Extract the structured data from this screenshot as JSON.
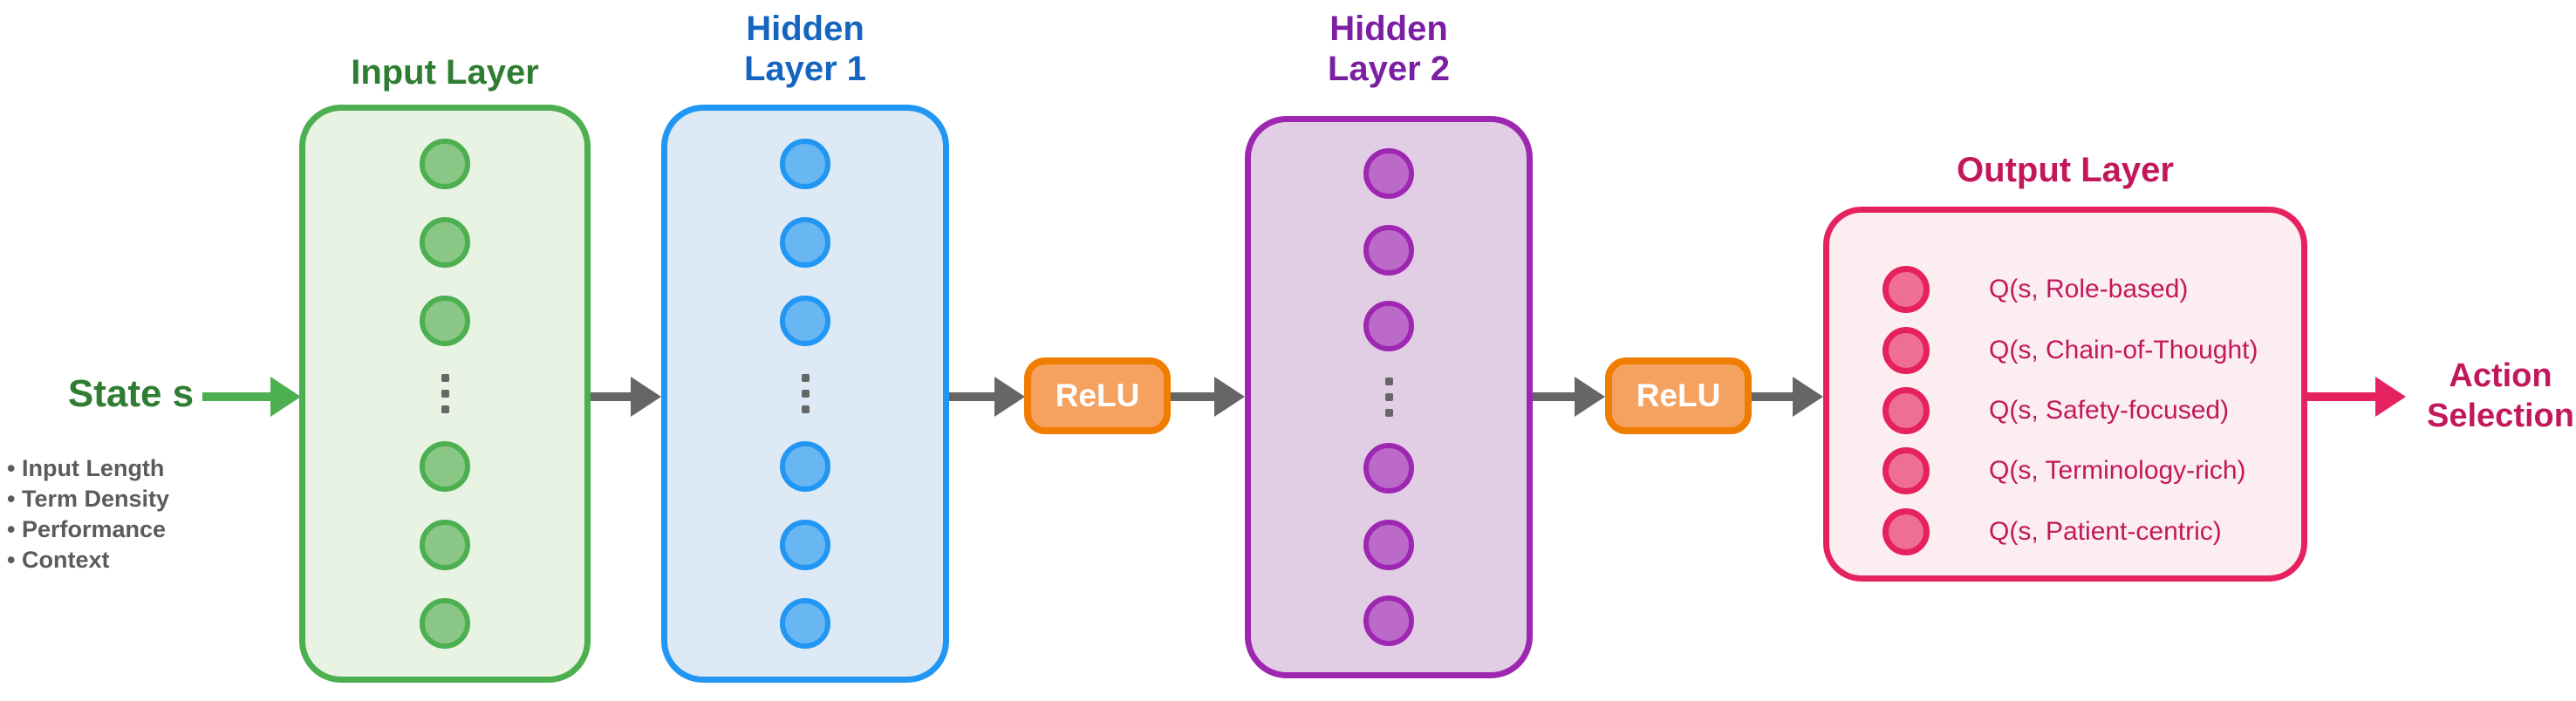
{
  "state": {
    "label": "State s",
    "features": [
      "Input Length",
      "Term Density",
      "Performance",
      "Context"
    ]
  },
  "layers": {
    "input": {
      "title": "Input Layer",
      "visible_neurons": 6,
      "has_ellipsis": true
    },
    "hidden1": {
      "title": "Hidden\nLayer 1",
      "visible_neurons": 6,
      "has_ellipsis": true
    },
    "hidden2": {
      "title": "Hidden\nLayer 2",
      "visible_neurons": 6,
      "has_ellipsis": true
    },
    "output": {
      "title": "Output Layer",
      "neurons": [
        "Q(s, Role-based)",
        "Q(s, Chain-of-Thought)",
        "Q(s, Safety-focused)",
        "Q(s, Terminology-rich)",
        "Q(s, Patient-centric)"
      ]
    }
  },
  "activations": {
    "relu1": {
      "label": "ReLU"
    },
    "relu2": {
      "label": "ReLU"
    }
  },
  "action": {
    "label": "Action\nSelection"
  },
  "colors": {
    "green_border": "#4CAF50",
    "green_title": "#2E7D32",
    "green_fill": "#E9F3E4",
    "green_neuron": "#8AC787",
    "blue_border": "#2196F3",
    "blue_title": "#1565C0",
    "blue_fill": "#DDE9F4",
    "blue_neuron": "#68B6F2",
    "purple_border": "#9E27B2",
    "purple_title": "#7B1FA2",
    "purple_fill": "#E1CDE4",
    "purple_neuron": "#BB6AC9",
    "orange_border": "#F07C00",
    "orange_fill": "#F5A160",
    "relu_text": "#FFFFFF",
    "crimson_border": "#E6215F",
    "crimson_title": "#C2185B",
    "pink_fill": "#FCEDF1",
    "pink_neuron": "#EE6E94",
    "arrow_gray": "#666666",
    "feature_text": "#5B5B5B"
  }
}
